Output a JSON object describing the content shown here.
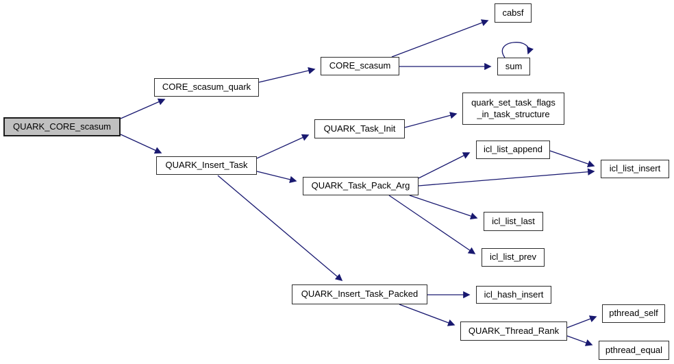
{
  "diagram": {
    "type": "call-graph",
    "colors": {
      "background": "#ffffff",
      "edge": "#191970",
      "node_fill": "#ffffff",
      "node_border": "#2b2b2b",
      "root_fill": "#c0c0c0"
    },
    "nodes": [
      {
        "id": "QUARK_CORE_scasum",
        "label": "QUARK_CORE_scasum",
        "root": true
      },
      {
        "id": "CORE_scasum_quark",
        "label": "CORE_scasum_quark",
        "root": false
      },
      {
        "id": "CORE_scasum",
        "label": "CORE_scasum",
        "root": false
      },
      {
        "id": "cabsf",
        "label": "cabsf",
        "root": false
      },
      {
        "id": "sum",
        "label": "sum",
        "root": false
      },
      {
        "id": "QUARK_Insert_Task",
        "label": "QUARK_Insert_Task",
        "root": false
      },
      {
        "id": "QUARK_Task_Init",
        "label": "QUARK_Task_Init",
        "root": false
      },
      {
        "id": "quark_set_task_flags_in_task_structure",
        "label": "quark_set_task_flags\n_in_task_structure",
        "root": false
      },
      {
        "id": "QUARK_Task_Pack_Arg",
        "label": "QUARK_Task_Pack_Arg",
        "root": false
      },
      {
        "id": "icl_list_append",
        "label": "icl_list_append",
        "root": false
      },
      {
        "id": "icl_list_insert",
        "label": "icl_list_insert",
        "root": false
      },
      {
        "id": "icl_list_last",
        "label": "icl_list_last",
        "root": false
      },
      {
        "id": "icl_list_prev",
        "label": "icl_list_prev",
        "root": false
      },
      {
        "id": "QUARK_Insert_Task_Packed",
        "label": "QUARK_Insert_Task_Packed",
        "root": false
      },
      {
        "id": "icl_hash_insert",
        "label": "icl_hash_insert",
        "root": false
      },
      {
        "id": "QUARK_Thread_Rank",
        "label": "QUARK_Thread_Rank",
        "root": false
      },
      {
        "id": "pthread_self",
        "label": "pthread_self",
        "root": false
      },
      {
        "id": "pthread_equal",
        "label": "pthread_equal",
        "root": false
      }
    ],
    "edges": [
      {
        "from": "QUARK_CORE_scasum",
        "to": "CORE_scasum_quark"
      },
      {
        "from": "QUARK_CORE_scasum",
        "to": "QUARK_Insert_Task"
      },
      {
        "from": "CORE_scasum_quark",
        "to": "CORE_scasum"
      },
      {
        "from": "CORE_scasum",
        "to": "cabsf"
      },
      {
        "from": "CORE_scasum",
        "to": "sum"
      },
      {
        "from": "sum",
        "to": "sum"
      },
      {
        "from": "QUARK_Insert_Task",
        "to": "QUARK_Task_Init"
      },
      {
        "from": "QUARK_Insert_Task",
        "to": "QUARK_Task_Pack_Arg"
      },
      {
        "from": "QUARK_Insert_Task",
        "to": "QUARK_Insert_Task_Packed"
      },
      {
        "from": "QUARK_Task_Init",
        "to": "quark_set_task_flags_in_task_structure"
      },
      {
        "from": "QUARK_Task_Pack_Arg",
        "to": "icl_list_append"
      },
      {
        "from": "QUARK_Task_Pack_Arg",
        "to": "icl_list_insert"
      },
      {
        "from": "icl_list_append",
        "to": "icl_list_insert"
      },
      {
        "from": "QUARK_Task_Pack_Arg",
        "to": "icl_list_last"
      },
      {
        "from": "QUARK_Task_Pack_Arg",
        "to": "icl_list_prev"
      },
      {
        "from": "QUARK_Insert_Task_Packed",
        "to": "icl_hash_insert"
      },
      {
        "from": "QUARK_Insert_Task_Packed",
        "to": "QUARK_Thread_Rank"
      },
      {
        "from": "QUARK_Thread_Rank",
        "to": "pthread_self"
      },
      {
        "from": "QUARK_Thread_Rank",
        "to": "pthread_equal"
      }
    ]
  }
}
